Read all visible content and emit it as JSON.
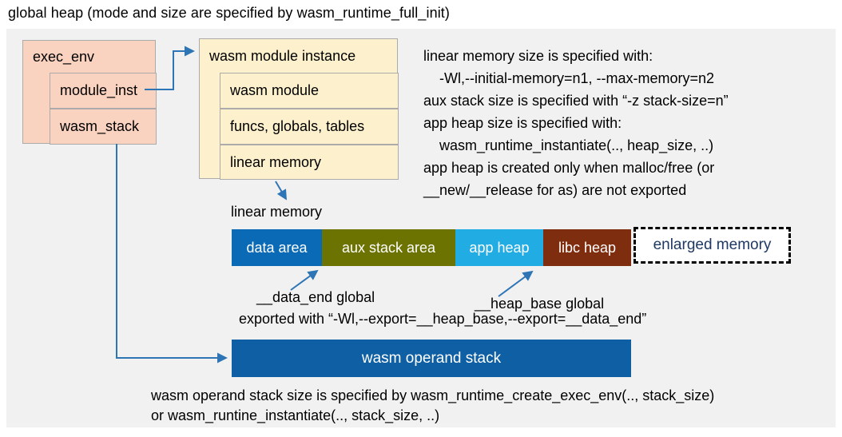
{
  "title": "global heap (mode and size are specified by wasm_runtime_full_init)",
  "exec_env": {
    "header": "exec_env",
    "rows": [
      {
        "label": "module_inst"
      },
      {
        "label": "wasm_stack"
      }
    ]
  },
  "module_instance": {
    "header": "wasm module instance",
    "rows": [
      {
        "label": "wasm module"
      },
      {
        "label": "funcs, globals, tables"
      },
      {
        "label": "linear memory"
      }
    ]
  },
  "notes": {
    "lines": [
      {
        "text": "linear memory size is specified with:"
      },
      {
        "text": "-Wl,--initial-memory=n1, --max-memory=n2"
      },
      {
        "text": "aux stack size is specified with “-z stack-size=n”"
      },
      {
        "text": "app heap size is specified with:"
      },
      {
        "text": "wasm_runtime_instantiate(.., heap_size, ..)"
      },
      {
        "text": "app heap is created only when malloc/free (or"
      },
      {
        "text": "__new/__release for as) are not exported"
      }
    ]
  },
  "linear_memory": {
    "label": "linear memory",
    "segments": [
      {
        "label": "data area",
        "color": "#0a6ab6"
      },
      {
        "label": "aux stack area",
        "color": "#6c7300"
      },
      {
        "label": "app heap",
        "color": "#21ade4"
      },
      {
        "label": "libc heap",
        "color": "#7e2d0e"
      }
    ],
    "enlarged_label": "enlarged memory"
  },
  "annotations": {
    "data_end": "__data_end global",
    "heap_base": "__heap_base global",
    "exported": "exported with “-Wl,--export=__heap_base,--export=__data_end”"
  },
  "operand_stack": {
    "label": "wasm operand stack",
    "note_line1": "wasm operand stack size is specified by wasm_runtime_create_exec_env(.., stack_size)",
    "note_line2": "or wasm_runtine_instantiate(.., stack_size, ..)"
  },
  "colors": {
    "canvas_bg": "#f1f1f1",
    "box_pink": "#f9d2c0",
    "box_cream": "#fdf0cd",
    "arrow_blue": "#2e75b6",
    "data_area_blue": "#0a6ab6",
    "aux_stack_olive": "#6c7300",
    "app_heap_cyan": "#21ade4",
    "libc_heap_brown": "#7e2d0e",
    "operand_bar_blue": "#0e5fa4",
    "enlarged_text_navy": "#1f3864"
  }
}
